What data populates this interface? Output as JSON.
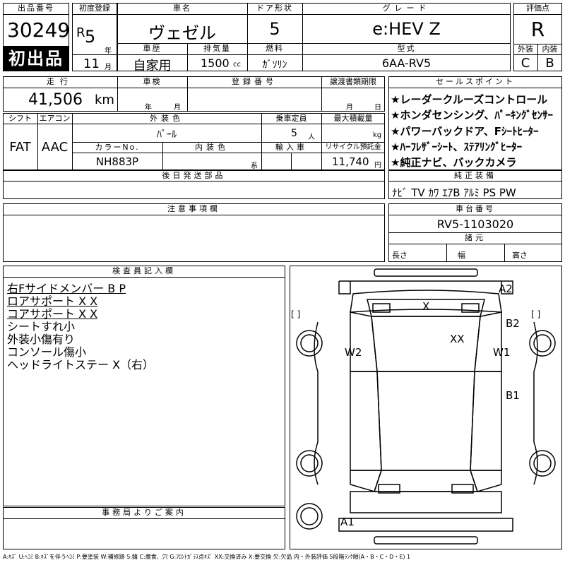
{
  "header": {
    "lot_label": "出品番号",
    "lot_number": "30249",
    "first_listing": "初出品",
    "reg_label": "初度登録",
    "era": "R",
    "reg_year": "5",
    "year_unit": "年",
    "reg_month": "11",
    "month_unit": "月",
    "name_label": "車名",
    "car_name": "ヴェゼル",
    "door_label": "ドア形状",
    "doors": "5",
    "grade_label": "グレード",
    "grade": "e:HEV Z",
    "score_label": "評価点",
    "score": "R",
    "history_label": "車歴",
    "history": "自家用",
    "disp_label": "排気量",
    "displacement": "1500",
    "cc_unit": "cc",
    "fuel_label": "燃料",
    "fuel": "ｶﾞｿﾘﾝ",
    "model_label": "型式",
    "model_code": "6AA-RV5",
    "ext_label": "外装",
    "ext_grade": "C",
    "int_label": "内装",
    "int_grade": "B"
  },
  "row2": {
    "mileage_label": "走行",
    "mileage": "41,506",
    "km_unit": "km",
    "inspection_label": "車検",
    "insp_year_unit": "年",
    "insp_month_unit": "月",
    "plate_label": "登録番号",
    "transfer_label": "譲渡書類期限",
    "transfer_month_unit": "月",
    "transfer_day_unit": "日"
  },
  "row3": {
    "shift_label": "シフト",
    "ac_label": "エアコン",
    "shift": "FAT",
    "ac": "AAC",
    "color_label": "外装色",
    "color": "ﾊﾟｰﾙ",
    "capacity_label": "乗車定員",
    "capacity": "5",
    "capacity_unit": "人",
    "load_label": "最大積載量",
    "load_unit": "kg",
    "color_no_label": "カラーNo.",
    "color_no": "NH883P",
    "int_color_label": "内装色",
    "int_color_unit": "系",
    "import_label": "輸入車",
    "recycle_label": "リサイクル預託金",
    "recycle": "11,740",
    "yen_unit": "円"
  },
  "later_parts_label": "後日発送部品",
  "notes_label": "注意事項欄",
  "sales_points": {
    "label": "セールスポイント",
    "items": [
      "★レーダークルーズコントロール",
      "★ホンダセンシング、ﾊﾟｰｷﾝｸﾞｾﾝｻｰ",
      "★パワーバックドア、Fｼｰﾄﾋｰﾀｰ",
      "★ﾊｰﾌﾚｻﾞｰｼｰﾄ、ｽﾃｱﾘﾝｸﾞﾋｰﾀｰ",
      "★純正ナビ、バックカメラ"
    ]
  },
  "equipment": {
    "label": "純正装備",
    "value": "ﾅﾋﾞ TV ｶﾜ ｴｱB ｱﾙﾐ PS PW"
  },
  "chassis": {
    "label": "車台番号",
    "value": "RV5-1103020"
  },
  "dimensions": {
    "label": "諸元",
    "length": "長さ",
    "width": "幅",
    "height": "高さ"
  },
  "inspector": {
    "label": "検査員記入欄",
    "lines": [
      {
        "text": "右Fサイドメンバー B P",
        "underline": true
      },
      {
        "text": "ロアサポート X X",
        "underline": true
      },
      {
        "text": "コアサポート X X",
        "underline": true
      },
      {
        "text": "シートすれ小",
        "underline": false
      },
      {
        "text": "外装小傷有り",
        "underline": false
      },
      {
        "text": "コンソール傷小",
        "underline": false
      },
      {
        "text": "ヘッドライトステー X（右）",
        "underline": false
      }
    ]
  },
  "office_label": "事務局よりご案内",
  "diagram_marks": {
    "a2": "A2",
    "x": "X",
    "b2": "B2",
    "xx": "XX",
    "w2": "W2",
    "w1": "W1",
    "b1": "B1",
    "a1": "A1",
    "bracket_left": "[    ]",
    "bracket_right": "[    ]"
  },
  "legend": "A:ｷｽﾞ U:ﾍｺﾐ B:ｷｽﾞを伴うﾍｺﾐ P:要塗装 W:補修跡 S:錆 C:腐食、穴 G:ﾌﾛﾝﾄｶﾞﾗｽ点ｷｽﾞ XX:交換済み X:要交換 欠:欠品 内・外装評価 5段階ﾗﾝｸ順(A・B・C・D・E) 1"
}
